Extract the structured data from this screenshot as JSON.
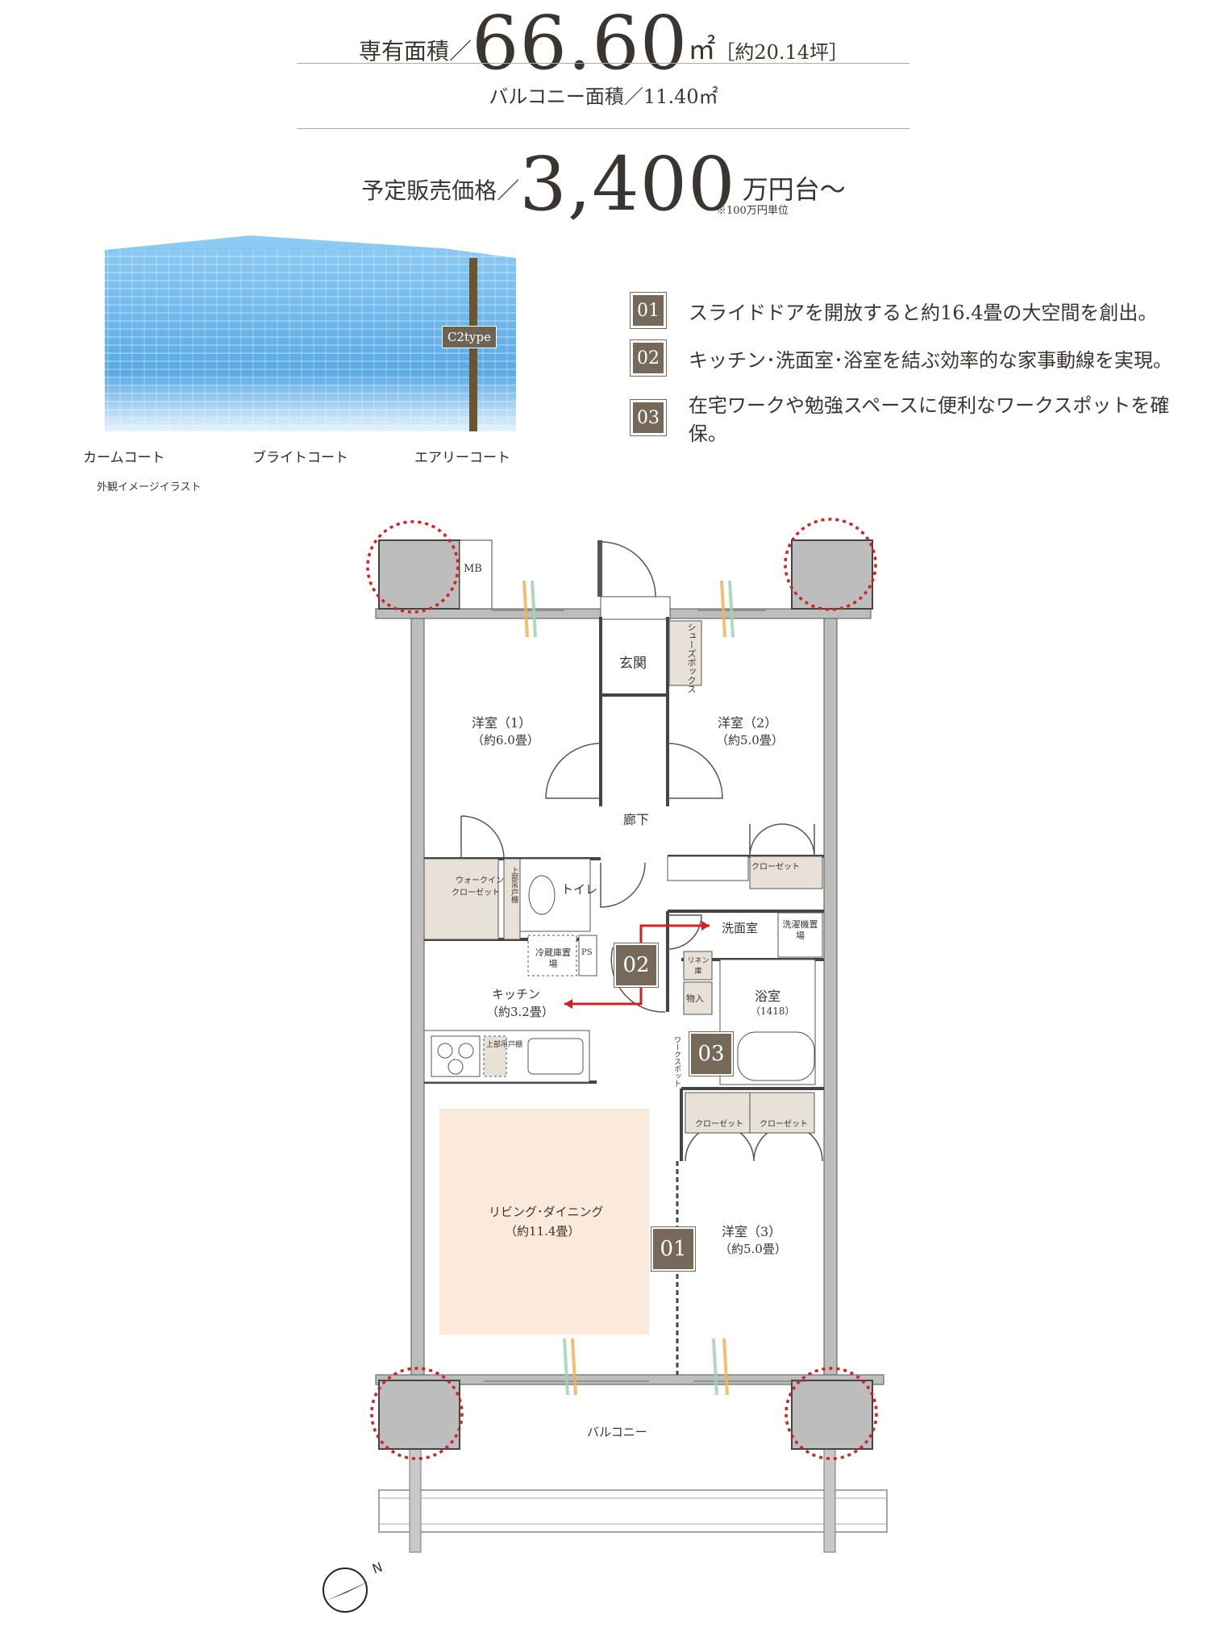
{
  "specs": {
    "area_label": "専有面積／",
    "area_value": "66.60",
    "area_unit": "㎡",
    "area_tsubo": "［約20.14坪］",
    "balcony_label": "バルコニー面積／",
    "balcony_value": "11.40㎡",
    "price_label": "予定販売価格／",
    "price_value": "3,400",
    "price_unit": "万円台～",
    "price_note": "※100万円単位"
  },
  "building": {
    "type_tag": "C2type",
    "courts": [
      "カームコート",
      "ブライトコート",
      "エアリーコート"
    ],
    "caption": "外観イメージイラスト"
  },
  "features": [
    {
      "num": "01",
      "text": "スライドドアを開放すると約16.4畳の大空間を創出。"
    },
    {
      "num": "02",
      "text": "キッチン･洗面室･浴室を結ぶ効率的な家事動線を実現。"
    },
    {
      "num": "03",
      "text": "在宅ワークや勉強スペースに便利なワークスポットを確保。"
    }
  ],
  "plan": {
    "mb": "MB",
    "shoebox": "シューズボックス",
    "genkan": "玄関",
    "room1": "洋室（1）",
    "room1_size": "（約6.0畳）",
    "room2": "洋室（2）",
    "room2_size": "（約5.0畳）",
    "rouka": "廊下",
    "walkin": "ウォークイン",
    "walkin2": "クローゼット",
    "toilet": "トイレ",
    "upper_shelf": "上部吊戸棚",
    "closet": "クローゼット",
    "senmen": "洗面室",
    "washer": "洗濯機置場",
    "fridge": "冷蔵庫置場",
    "ps": "PS",
    "linen": "リネン庫",
    "monoire": "物入",
    "kitchen": "キッチン",
    "kitchen_size": "（約3.2畳）",
    "yokushitsu": "浴室",
    "yokushitsu_size": "（1418）",
    "upper_cabinet": "上部吊戸棚",
    "workspot": "ワークスポット",
    "closet_a": "クローゼット",
    "closet_b": "クローゼット",
    "living": "リビング･ダイニング",
    "living_size": "（約11.4畳）",
    "room3": "洋室（3）",
    "room3_size": "（約5.0畳）",
    "balcony": "バルコニー",
    "north": "N",
    "badges": [
      "01",
      "02",
      "03"
    ]
  },
  "colors": {
    "badge": "#76695a",
    "rule": "#b6aa94",
    "living_fill": "#fbe9dc",
    "closet_fill": "#e8e1d8",
    "arrow_red": "#d42020",
    "circle_red": "#d42020",
    "building_blue": "#3b9be0"
  }
}
